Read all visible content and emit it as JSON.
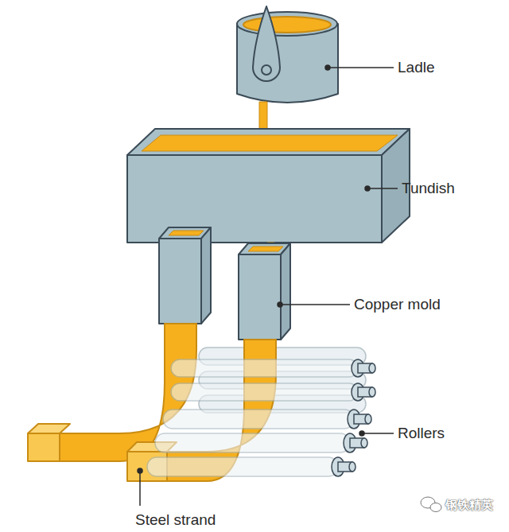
{
  "diagram": {
    "labels": [
      "Ladle",
      "Tundish",
      "Copper mold",
      "Rollers",
      "Steel strand",
      "钢铁精英"
    ]
  }
}
